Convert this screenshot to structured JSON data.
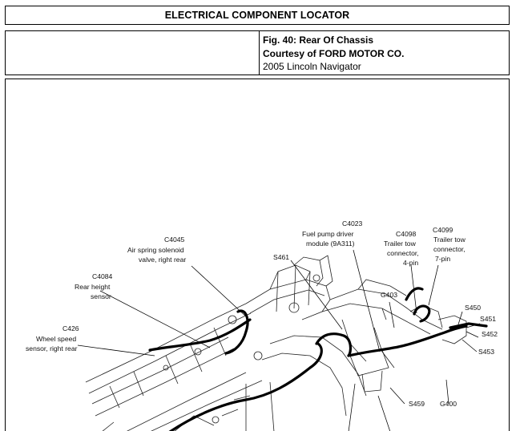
{
  "header": {
    "title": "ELECTRICAL COMPONENT LOCATOR",
    "figure": "Fig. 40: Rear Of Chassis",
    "courtesy": "Courtesy of FORD MOTOR CO.",
    "vehicle": "2005 Lincoln Navigator"
  },
  "labels": {
    "c4023_id": "C4023",
    "c4023_line1": "Fuel pump driver",
    "c4023_line2": "module (9A311)",
    "c4098_id": "C4098",
    "c4098_line1": "Trailer tow",
    "c4098_line2": "connector,",
    "c4098_line3": "4-pin",
    "c4099_id": "C4099",
    "c4099_line1": "Trailer tow",
    "c4099_line2": "connector,",
    "c4099_line3": "7-pin",
    "c4045_id": "C4045",
    "c4045_line1": "Air spring solenoid",
    "c4045_line2": "valve, right rear",
    "s461": "S461",
    "c4084_id": "C4084",
    "c4084_line1": "Rear height",
    "c4084_line2": "sensor",
    "g403": "G403",
    "s450": "S450",
    "s451": "S451",
    "s452": "S452",
    "s453": "S453",
    "c426_id": "C426",
    "c426_line1": "Wheel speed",
    "c426_line2": "sensor, right rear",
    "s459": "S459",
    "g400": "G400"
  }
}
